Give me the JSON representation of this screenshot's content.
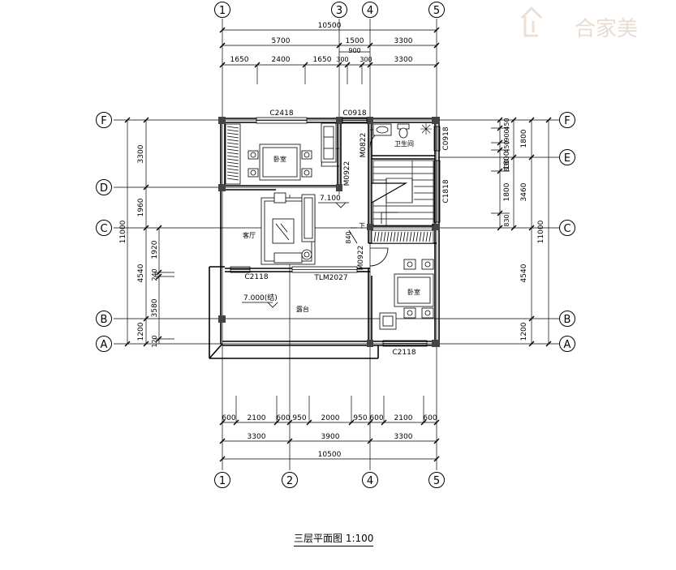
{
  "watermark": {
    "text": "合家美"
  },
  "title": "三层平面图 1:100",
  "axes": {
    "top": [
      "1",
      "3",
      "4",
      "5"
    ],
    "bottom": [
      "1",
      "2",
      "4",
      "5"
    ],
    "left": [
      "F",
      "D",
      "C",
      "B",
      "A"
    ],
    "right": [
      "F",
      "E",
      "C",
      "B",
      "A"
    ]
  },
  "dims": {
    "top_total": "10500",
    "top_row2": [
      "5700",
      "1500",
      "3300"
    ],
    "top_900": "900",
    "top_row3": [
      "1650",
      "2400",
      "1650",
      "300",
      "300",
      "3300"
    ],
    "bottom_row1": [
      "600",
      "2100",
      "600",
      "950",
      "2000",
      "950",
      "600",
      "2100",
      "600"
    ],
    "bottom_row2": [
      "3300",
      "3900",
      "3300"
    ],
    "bottom_total": "10500",
    "left_outer": "11000",
    "left_inner": [
      "3300",
      "1960",
      "4540",
      "1200"
    ],
    "left_sub": [
      "1920",
      "240",
      "3580",
      "120"
    ],
    "right_inner": [
      "450",
      "900",
      "450",
      "1800",
      "830",
      "1800",
      "830"
    ],
    "right_mid": [
      "1800",
      "3460",
      "4540",
      "1200"
    ],
    "right_outer": "11000"
  },
  "labels": {
    "window_top": "C2418",
    "window_top2": "C0918",
    "window_right1": "C0918",
    "window_right2": "C1818",
    "door_m0822": "M0822",
    "door_m0922a": "M0922",
    "door_m0922b": "M0922",
    "window_c2118a": "C2118",
    "window_c2118b": "C2118",
    "door_tlm": "TLM2027",
    "elev_7100": "7.100",
    "elev_7000": "7.000(结)",
    "dim_840": "840",
    "down": "下"
  },
  "rooms": {
    "bedroom1": "卧室",
    "bedroom2": "卧室",
    "bathroom": "卫生间",
    "living": "客厅",
    "terrace": "露台"
  }
}
